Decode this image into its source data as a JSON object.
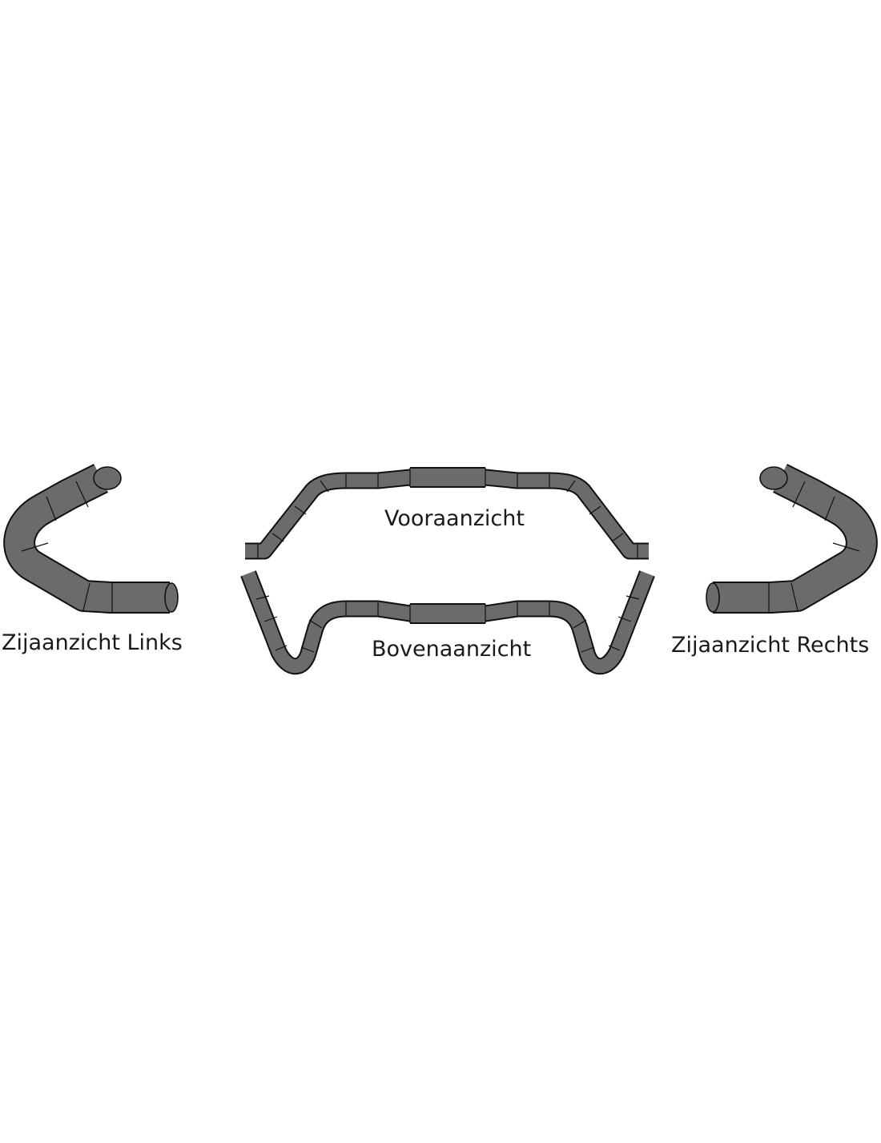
{
  "views": {
    "side_left": "Zijaanzicht Links",
    "front": "Vooraanzicht",
    "top": "Bovenaanzicht",
    "side_right": "Zijaanzicht Rechts"
  },
  "colors": {
    "background": "#ffffff",
    "tube": "#6b6b6b",
    "outline": "#111111",
    "text": "#1a1a1a"
  }
}
